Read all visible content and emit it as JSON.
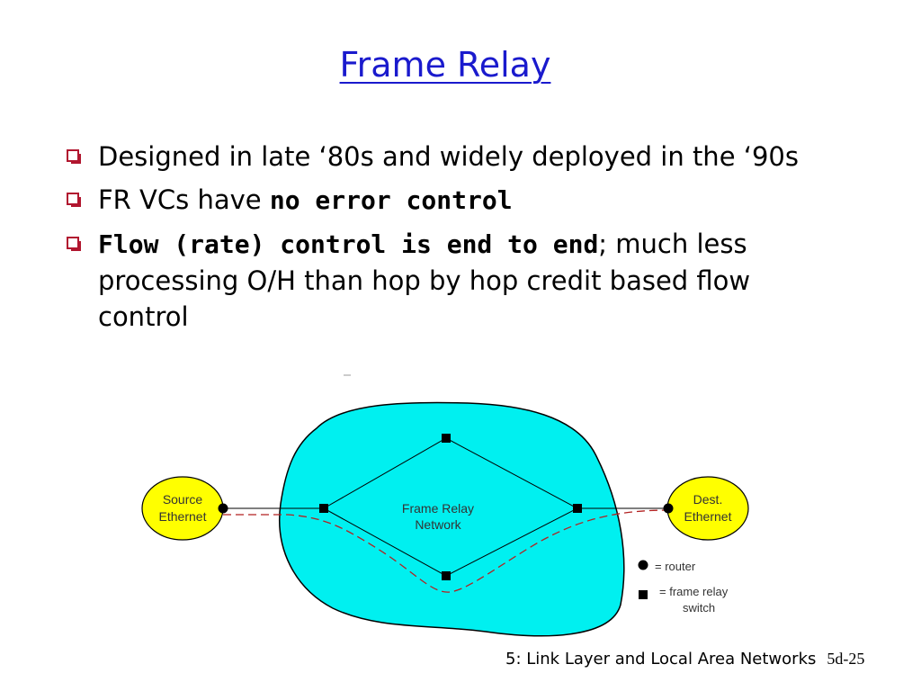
{
  "slide": {
    "title": "Frame Relay",
    "bullets": [
      {
        "text": "Designed in late ‘80s and widely deployed in the ‘90s"
      },
      {
        "prefix": "FR VCs have ",
        "bold": "no error control"
      },
      {
        "bold": "Flow (rate) control is end to end",
        "suffix": "; much less processing O/H than hop by hop credit based flow control"
      }
    ],
    "footer": {
      "chapter": "5: Link Layer and Local Area Networks",
      "page": "5d-25"
    }
  },
  "diagram": {
    "source": {
      "line1": "Source",
      "line2": "Ethernet"
    },
    "dest": {
      "line1": "Dest.",
      "line2": "Ethernet"
    },
    "network": {
      "line1": "Frame Relay",
      "line2": "Network"
    },
    "legend": {
      "router": "= router",
      "switch_line1": "= frame relay",
      "switch_line2": "switch"
    },
    "colors": {
      "cloud": "#00f0f0",
      "ethernet": "#ffff00",
      "path": "#b22222",
      "title": "#1a1acd",
      "bullet": "#b1162f"
    }
  }
}
